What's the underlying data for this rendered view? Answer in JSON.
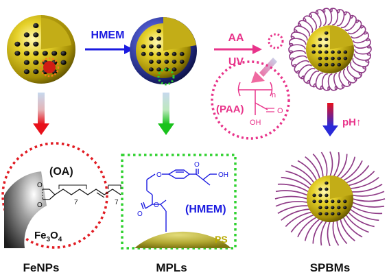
{
  "captions": {
    "fenps": "FeNPs",
    "mpls": "MPLs",
    "spbms": "SPBMs"
  },
  "arrows": {
    "hmem": "HMEM",
    "aa": "AA",
    "uv": "UV",
    "ph": "pH↑"
  },
  "fenps_panel": {
    "ligand": "(OA)",
    "chain_count_a": "7",
    "chain_count_b": "7",
    "core_main": "Fe",
    "core_sub_a": "3",
    "core_mid": "O",
    "core_sub_b": "4"
  },
  "mpls_panel": {
    "ligand": "(HMEM)",
    "hydroxyl": "OH",
    "carbonyl": "O",
    "ester_o": "O",
    "ether_o": "O",
    "ester_carbonyl": "O",
    "surface": "PS"
  },
  "paa_panel": {
    "label": "(PAA)",
    "repeat": "n",
    "carbonyl": "O",
    "hydroxyl": "OH"
  },
  "colors": {
    "shell_gold": "#d8c21c",
    "shell_blue": "#2e3a9e",
    "core": "#6a7a8e",
    "pore": "#111111",
    "red_dot": "#e11b22",
    "green_dot": "#2fd12f",
    "pink": "#e8338a",
    "purple": "#8e3a86",
    "blue_text": "#1a1ae0"
  }
}
